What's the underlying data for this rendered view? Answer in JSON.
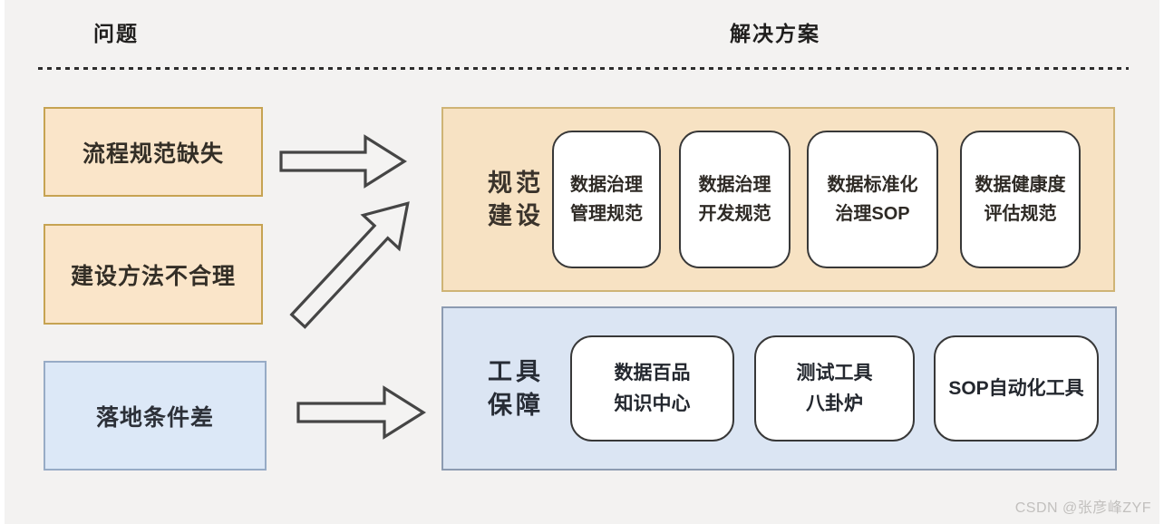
{
  "header": {
    "problem": "问题",
    "solution": "解决方案"
  },
  "problems": [
    {
      "label": "流程规范缺失",
      "theme": "tan"
    },
    {
      "label": "建设方法不合理",
      "theme": "tan"
    },
    {
      "label": "落地条件差",
      "theme": "blue"
    }
  ],
  "groups": [
    {
      "title1": "规范",
      "title2": "建设",
      "theme": "tan",
      "items": [
        {
          "line1": "数据治理",
          "line2": "管理规范"
        },
        {
          "line1": "数据治理",
          "line2": "开发规范"
        },
        {
          "line1": "数据标准化",
          "line2": "治理SOP"
        },
        {
          "line1": "数据健康度",
          "line2": "评估规范"
        }
      ]
    },
    {
      "title1": "工具",
      "title2": "保障",
      "theme": "blue",
      "items": [
        {
          "line1": "数据百品",
          "line2": "知识中心"
        },
        {
          "line1": "测试工具",
          "line2": "八卦炉"
        },
        {
          "line1": "SOP自动化工具",
          "line2": ""
        }
      ]
    }
  ],
  "watermark": "CSDN @张彦峰ZYF",
  "colors": {
    "background": "#f3f2f1",
    "tan_fill": "#fae5c9",
    "tan_border": "#c6a352",
    "blue_fill": "#dce8f7",
    "blue_border": "#97abc6",
    "panel_tan_fill": "#f7e2c3",
    "panel_tan_border": "#cfb475",
    "panel_blue_fill": "#dbe5f3",
    "panel_blue_border": "#8c9bb1",
    "card_border": "#383838",
    "arrow_outline": "#454545"
  }
}
